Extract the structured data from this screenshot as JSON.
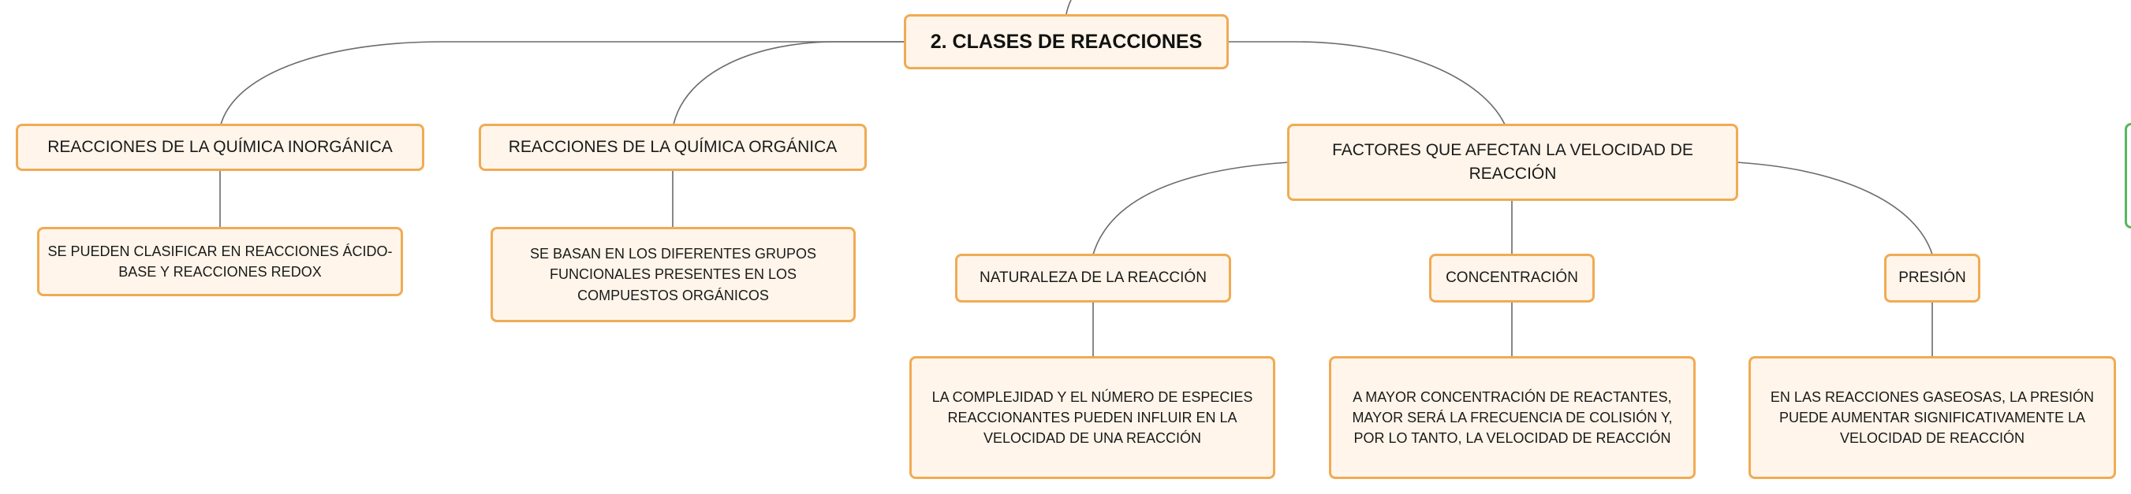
{
  "diagram": {
    "root": {
      "label": "2. CLASES DE REACCIONES"
    },
    "branches": [
      {
        "label": "REACCIONES DE LA QUÍMICA INORGÁNICA",
        "description": "SE PUEDEN CLASIFICAR EN REACCIONES ÁCIDO-BASE Y REACCIONES REDOX"
      },
      {
        "label": "REACCIONES DE LA QUÍMICA ORGÁNICA",
        "description": "SE BASAN EN LOS DIFERENTES GRUPOS FUNCIONALES PRESENTES EN LOS COMPUESTOS ORGÁNICOS"
      },
      {
        "label": "FACTORES QUE AFECTAN LA VELOCIDAD DE REACCIÓN",
        "factors": [
          {
            "label": "NATURALEZA DE LA REACCIÓN",
            "description": "LA COMPLEJIDAD Y EL NÚMERO DE ESPECIES REACCIONANTES PUEDEN INFLUIR EN LA VELOCIDAD DE UNA REACCIÓN"
          },
          {
            "label": "CONCENTRACIÓN",
            "description": "A MAYOR CONCENTRACIÓN DE REACTANTES, MAYOR SERÁ LA FRECUENCIA DE COLISIÓN Y, POR LO TANTO, LA VELOCIDAD DE REACCIÓN"
          },
          {
            "label": "PRESIÓN",
            "description": "EN LAS REACCIONES GASEOSAS, LA PRESIÓN PUEDE AUMENTAR SIGNIFICATIVAMENTE LA VELOCIDAD DE REACCIÓN"
          }
        ]
      }
    ]
  },
  "colors": {
    "node_fill": "#fff5ea",
    "node_border": "#f0ab54",
    "connector": "#6b6b6b",
    "offscreen_node_border": "#57b85c"
  }
}
